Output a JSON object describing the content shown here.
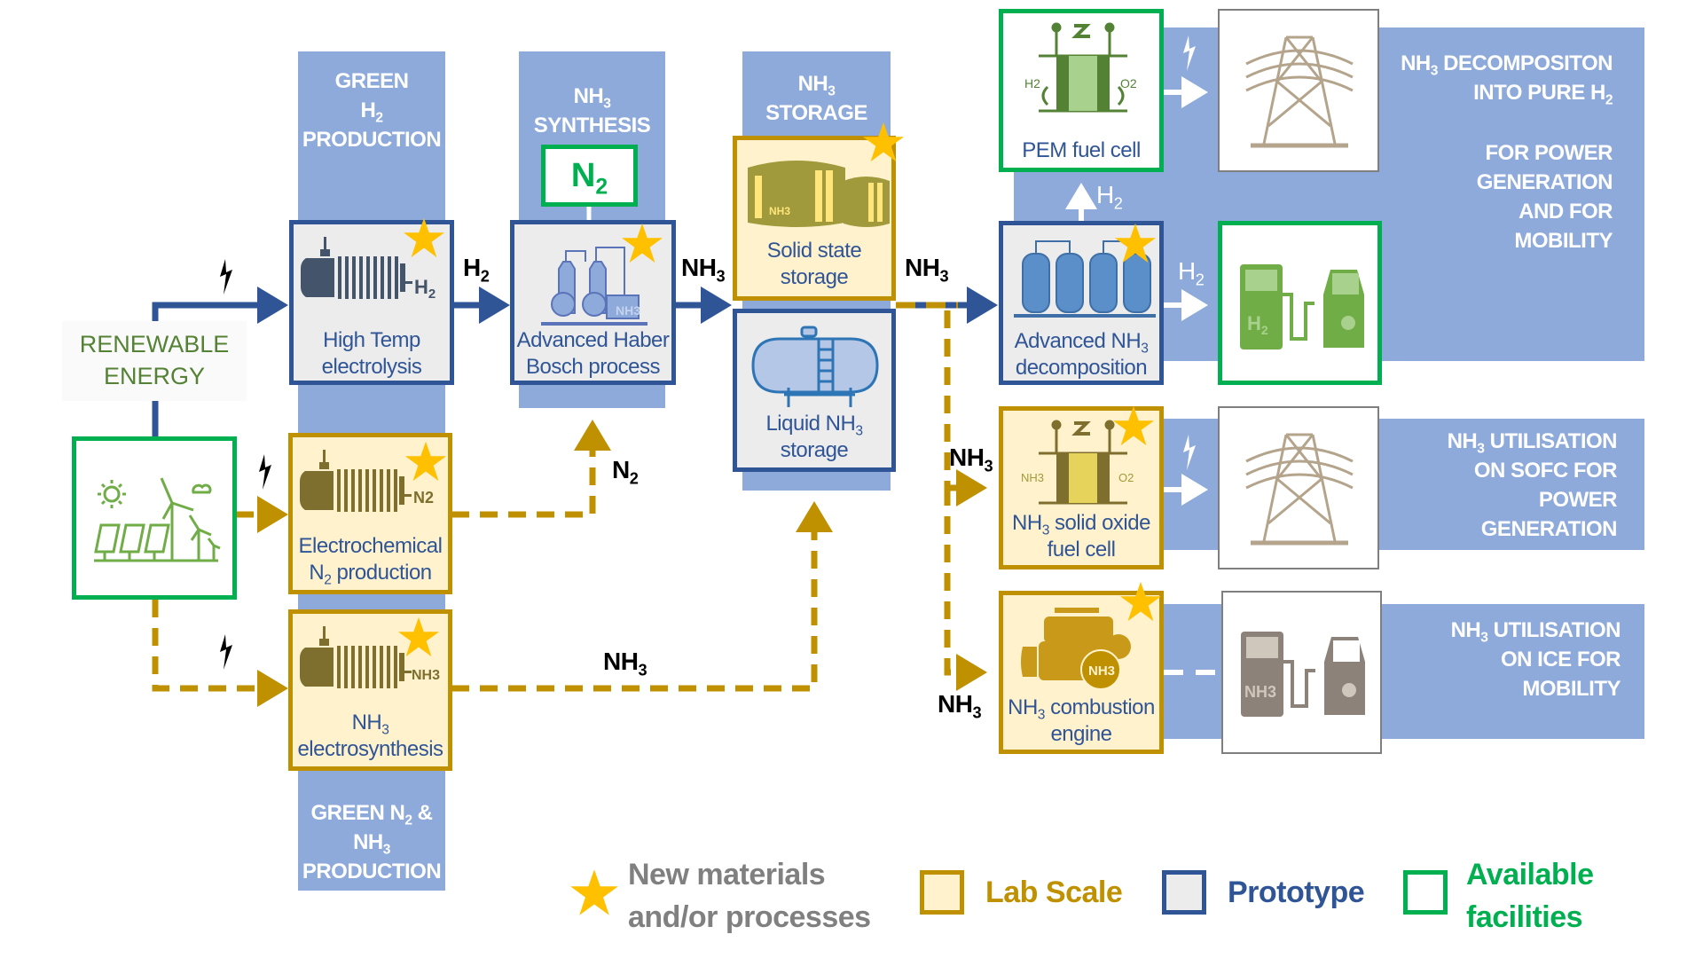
{
  "stages": {
    "green_h2": {
      "line1": "GREEN",
      "line2_main": "H",
      "line2_sub": "2",
      "line3": "PRODUCTION"
    },
    "nh3_synthesis": {
      "line1_main": "NH",
      "line1_sub": "3",
      "line2": "SYNTHESIS"
    },
    "nh3_storage": {
      "line1_main": "NH",
      "line1_sub": "3",
      "line2": "STORAGE"
    },
    "green_n2_nh3": {
      "line1_a": "GREEN N",
      "line1_sub": "2",
      "line1_b": " &",
      "line2_main": "NH",
      "line2_sub": "3",
      "line3": "PRODUCTION"
    }
  },
  "renewable": {
    "line1": "RENEWABLE",
    "line2": "ENERGY"
  },
  "boxes": {
    "high_temp": {
      "line1": "High Temp",
      "line2": "electrolysis",
      "icon_tag_main": "H",
      "icon_tag_sub": "2",
      "scale": "Prototype",
      "new": true
    },
    "electrochem_n2": {
      "line1": "Electrochemical",
      "line2_main": "N",
      "line2_sub": "2",
      "line2_rest": " production",
      "icon_tag": "N2",
      "scale": "Lab Scale",
      "new": true
    },
    "nh3_electrosynth": {
      "line1_main": "NH",
      "line1_sub": "3",
      "line2": "electrosynthesis",
      "icon_tag": "NH3",
      "scale": "Lab Scale",
      "new": true
    },
    "n2_supply": {
      "main": "N",
      "sub": "2",
      "scale": "Available facilities"
    },
    "haber_bosch": {
      "line1": "Advanced  Haber",
      "line2": "Bosch process",
      "icon_tag": "NH3",
      "scale": "Prototype",
      "new": true
    },
    "solid_storage": {
      "line1": "Solid state",
      "line2": "storage",
      "icon_tag": "NH3",
      "scale": "Lab Scale",
      "new": true
    },
    "liquid_storage": {
      "line1_main": "Liquid  NH",
      "line1_sub": "3",
      "line2": "storage",
      "scale": "Prototype"
    },
    "pem": {
      "line1": "PEM fuel cell",
      "left_tag": "H2",
      "right_tag": "O2",
      "scale": "Available facilities"
    },
    "decomposition": {
      "line1_main": "Advanced  NH",
      "line1_sub": "3",
      "line2": "decomposition",
      "scale": "Prototype",
      "new": true
    },
    "h2_refuel": {
      "tag_main": "H",
      "tag_sub": "2",
      "scale": "Available facilities"
    },
    "sofc": {
      "line1_main": "NH",
      "line1_sub": "3",
      "line1_rest": " solid  oxide",
      "line2": "fuel cell",
      "left_tag": "NH3",
      "right_tag": "O2",
      "scale": "Lab Scale",
      "new": true
    },
    "ice": {
      "line1_main": "NH",
      "line1_sub": "3",
      "line1_rest": " combustion",
      "line2": "engine",
      "icon_tag": "NH3",
      "scale": "Lab Scale",
      "new": true
    },
    "nh3_refuel": {
      "tag": "NH3"
    }
  },
  "flows": {
    "h2_to_haber": {
      "main": "H",
      "sub": "2"
    },
    "nh3_to_storage": {
      "main": "NH",
      "sub": "3"
    },
    "nh3_from_storage": {
      "main": "NH",
      "sub": "3"
    },
    "n2_to_haber": {
      "main": "N",
      "sub": "2"
    },
    "nh3_electro_to_storage": {
      "main": "NH",
      "sub": "3"
    },
    "nh3_to_sofc": {
      "main": "NH",
      "sub": "3"
    },
    "nh3_to_ice": {
      "main": "NH",
      "sub": "3"
    },
    "h2_to_pem": {
      "main": "H",
      "sub": "2"
    },
    "h2_to_refuel": {
      "main": "H",
      "sub": "2"
    }
  },
  "applications": {
    "decomp": {
      "line1_main": "NH",
      "line1_sub": "3",
      "line1_rest": " DECOMPOSITON",
      "line2_main": "INTO PURE H",
      "line2_sub": "2",
      "line3": "FOR POWER",
      "line4": "GENERATION",
      "line5": "AND FOR",
      "line6": "MOBILITY"
    },
    "sofc": {
      "line1_main": "NH",
      "line1_sub": "3",
      "line1_rest": " UTILISATION",
      "line2": "ON SOFC FOR",
      "line3": "POWER",
      "line4": "GENERATION"
    },
    "ice": {
      "line1_main": "NH",
      "line1_sub": "3",
      "line1_rest": " UTILISATION",
      "line2": "ON ICE FOR",
      "line3": "MOBILITY"
    }
  },
  "legend": {
    "new": {
      "line1": "New materials",
      "line2": "and/or processes"
    },
    "lab": "Lab Scale",
    "proto": "Prototype",
    "avail": {
      "line1": "Available",
      "line2": "facilities"
    }
  },
  "colors": {
    "lab_border": "#bf9000",
    "lab_fill": "#fff2cc",
    "proto_border": "#2f5597",
    "proto_fill": "#ececec",
    "avail_border": "#00b050",
    "panel": "#8eaadb",
    "star": "#ffc000",
    "new_text": "#808080",
    "renewable_text": "#548235"
  }
}
